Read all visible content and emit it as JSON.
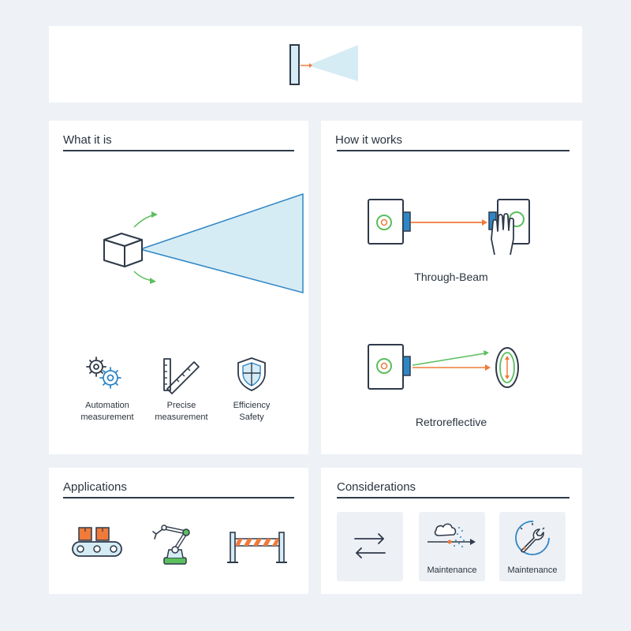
{
  "colors": {
    "stroke": "#2f3a4a",
    "accent_blue": "#2f86c6",
    "beam_fill": "#d6ecf4",
    "orange": "#f07a3a",
    "green": "#5bbf5e",
    "tile_bg": "#edf0f4"
  },
  "what_it_is": {
    "title": "What it is",
    "features": [
      {
        "icon": "gears-icon",
        "line1": "Automation",
        "line2": "measurement"
      },
      {
        "icon": "ruler-icon",
        "line1": "Precise",
        "line2": "measurement"
      },
      {
        "icon": "shield-icon",
        "line1": "Efficiency",
        "line2": "Safety"
      }
    ]
  },
  "how_it_works": {
    "title": "How it works",
    "modes": [
      {
        "label": "Through-Beam"
      },
      {
        "label": "Retroreflective"
      }
    ]
  },
  "applications": {
    "title": "Applications",
    "items": [
      "conveyor-icon",
      "robot-arm-icon",
      "barrier-gate-icon"
    ]
  },
  "considerations": {
    "title": "Considerations",
    "tiles": [
      {
        "icon": "arrows-exchange-icon",
        "label": ""
      },
      {
        "icon": "weather-icon",
        "label": "Maintenance"
      },
      {
        "icon": "wrench-gauge-icon",
        "label": "Maintenance"
      }
    ]
  }
}
